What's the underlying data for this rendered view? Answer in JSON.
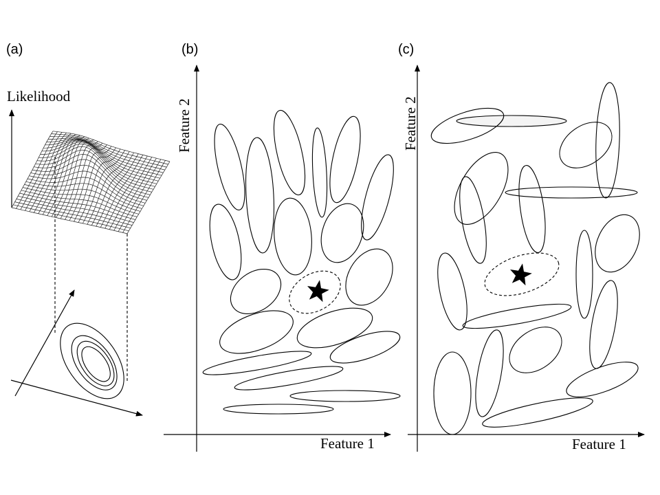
{
  "panels": {
    "a": {
      "label": "(a)",
      "z_axis_label": "Likelihood"
    },
    "b": {
      "label": "(b)",
      "x_axis_label": "Feature 1",
      "y_axis_label": "Feature 2"
    },
    "c": {
      "label": "(c)",
      "x_axis_label": "Feature 1",
      "y_axis_label": "Feature 2"
    }
  },
  "colors": {
    "stroke": "#000000",
    "highlight_fill": "#f4f4f4",
    "background": "#ffffff"
  }
}
